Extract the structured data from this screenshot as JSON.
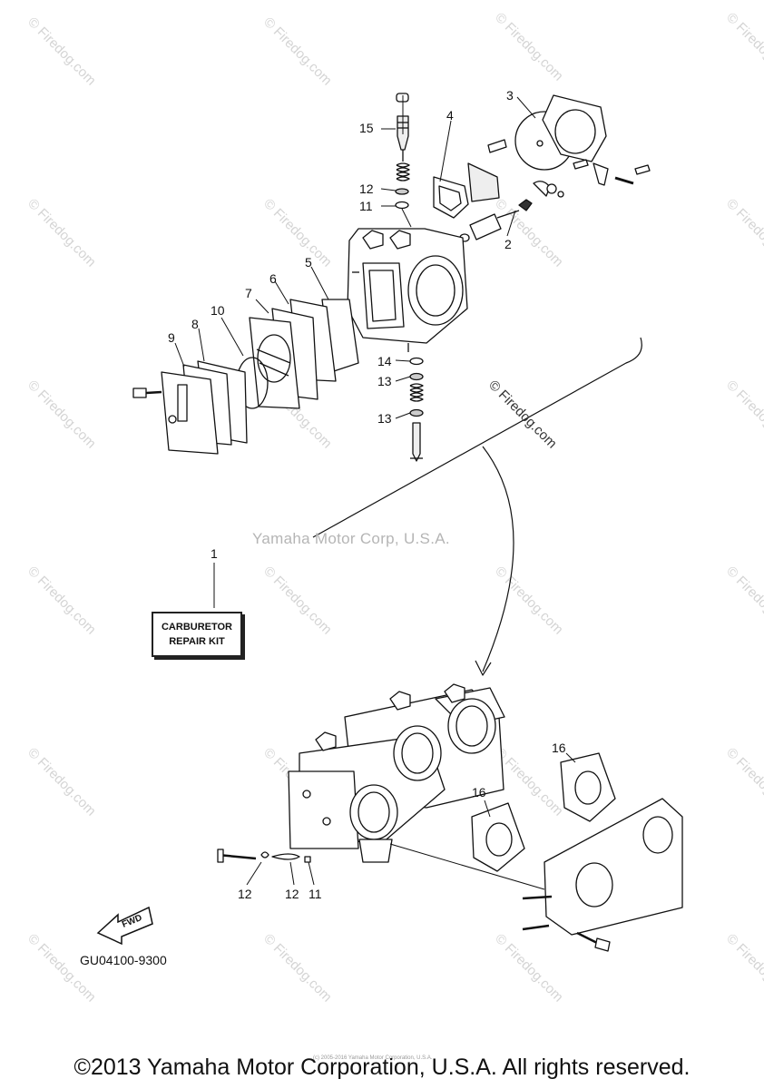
{
  "watermark": {
    "site": "© Firedog.com",
    "inner": "Yamaha Motor Corp, U.S.A."
  },
  "parts": {
    "p1": "1",
    "p2": "2",
    "p3": "3",
    "p4": "4",
    "p5": "5",
    "p6": "6",
    "p7": "7",
    "p8": "8",
    "p9": "9",
    "p10": "10",
    "p11": "11",
    "p12": "12",
    "p13": "13",
    "p14": "14",
    "p15": "15",
    "p16": "16"
  },
  "kit_label": {
    "line1": "CARBURETOR",
    "line2": "REPAIR KIT"
  },
  "fwd": "FWD",
  "diagram_code": "GU04100-9300",
  "copyright": "©2013 Yamaha Motor Corporation, U.S.A. All rights reserved.",
  "fine_print": "(c) 2005-2016 Yamaha Motor Corporation, U.S.A.",
  "colors": {
    "line": "#111111",
    "watermark": "#d4d4d4"
  }
}
